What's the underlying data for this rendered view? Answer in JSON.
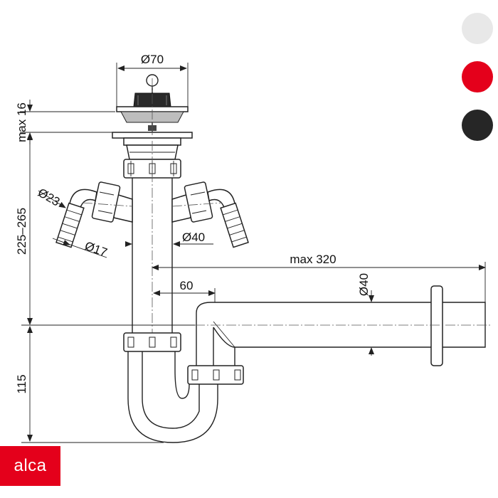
{
  "dimensions": {
    "top_diameter": "Ø70",
    "max_height": "max 16",
    "height_range": "225–265",
    "hose_diameter_outer": "Ø23",
    "hose_diameter_inner": "Ø17",
    "pipe_diameter_vertical": "Ø40",
    "max_length": "max 320",
    "offset": "60",
    "pipe_diameter_horizontal": "Ø40",
    "bottom_height": "115"
  },
  "color_options": [
    {
      "name": "white",
      "color": "#e8e8e8"
    },
    {
      "name": "red",
      "color": "#e4001b"
    },
    {
      "name": "black",
      "color": "#262626"
    }
  ],
  "brand": {
    "logo_text": "alca",
    "color": "#e4001b"
  }
}
